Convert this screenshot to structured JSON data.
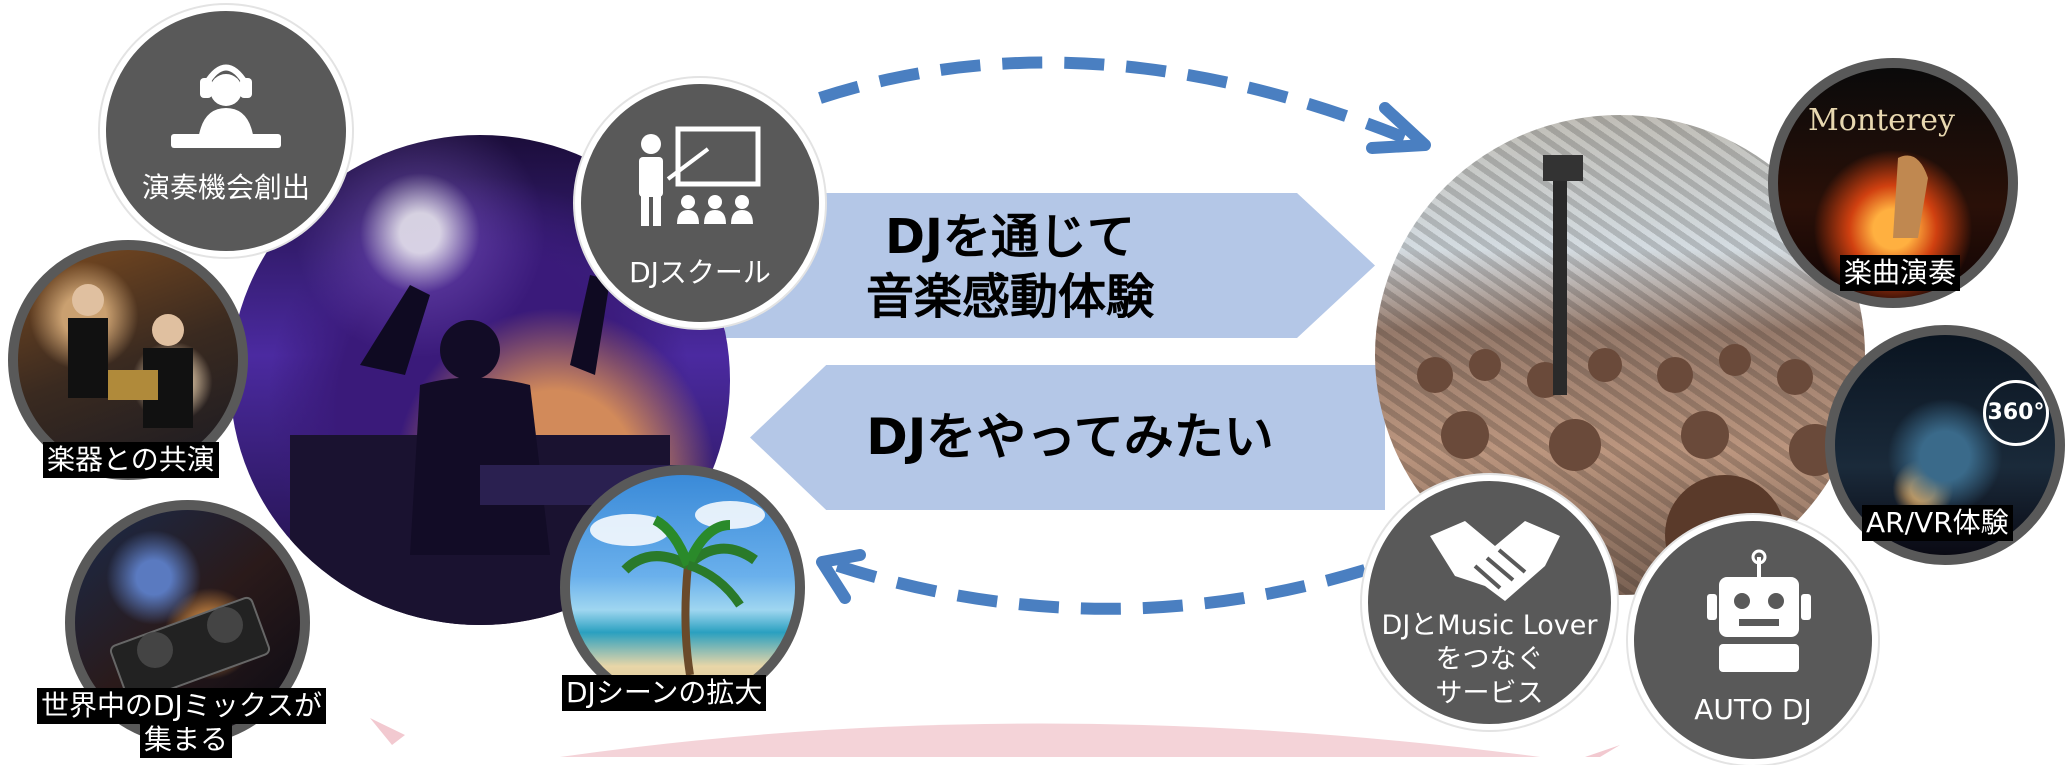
{
  "colors": {
    "banner": "#b4c7e7",
    "arrow": "#4a7fc1",
    "circle": "#595959",
    "pink": "#f2c9d0"
  },
  "center": {
    "top_banner": {
      "line1": "DJを通じて",
      "line2": "音楽感動体験"
    },
    "bottom_banner": "DJをやってみたい"
  },
  "left_nodes": {
    "performance": {
      "label": "演奏機会創出",
      "icon": "dj-headphones-icon"
    },
    "school": {
      "label": "DJスクール",
      "icon": "teacher-presentation-icon"
    },
    "instruments": {
      "label": "楽器との共演"
    },
    "mixes": {
      "line1": "世界中のDJミックスが",
      "line2": "集まる"
    },
    "scene": {
      "label": "DJシーンの拡大"
    }
  },
  "right_nodes": {
    "songs": {
      "label": "楽曲演奏",
      "image_text": "Monterey"
    },
    "arvr": {
      "label": "AR/VR体験",
      "badge": "360°"
    },
    "connect": {
      "line1": "DJとMusic Lover",
      "line2": "をつなぐ",
      "line3": "サービス",
      "icon": "handshake-icon"
    },
    "autodj": {
      "label": "AUTO DJ",
      "icon": "robot-icon"
    }
  }
}
